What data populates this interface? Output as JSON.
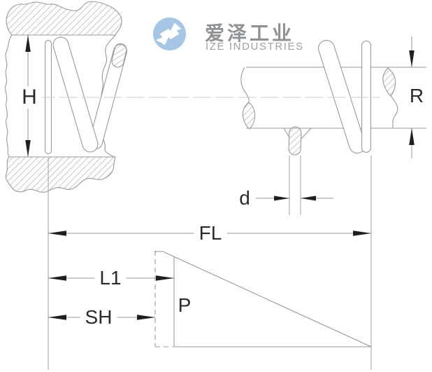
{
  "logo": {
    "mark": "ize-circle-monogram",
    "company_cn": "爱泽工业",
    "company_en": "IZE INDUSTRIES",
    "mark_color": "#a5c6e4",
    "company_cn_color": "#8e9294",
    "company_en_color": "#9ba0a4"
  },
  "drawing": {
    "type": "spring-dimension-diagram",
    "views": [
      "spring-section-in-housing",
      "spring-mounted-on-shaft",
      "pitch-triangle-diagram"
    ],
    "dimension_labels": {
      "height": "H",
      "radius": "R",
      "wire_diameter": "d",
      "free_length": "FL",
      "length_1": "L1",
      "solid_height": "SH",
      "pitch": "P"
    }
  },
  "colors": {
    "line": "#9a9a9a",
    "extension_line": "#a8a8a8",
    "hatch": "#c9c9c9",
    "centerline": "#cbcbcb",
    "arrow": "#1f1f1f",
    "label_text": "#2b2b2b"
  }
}
